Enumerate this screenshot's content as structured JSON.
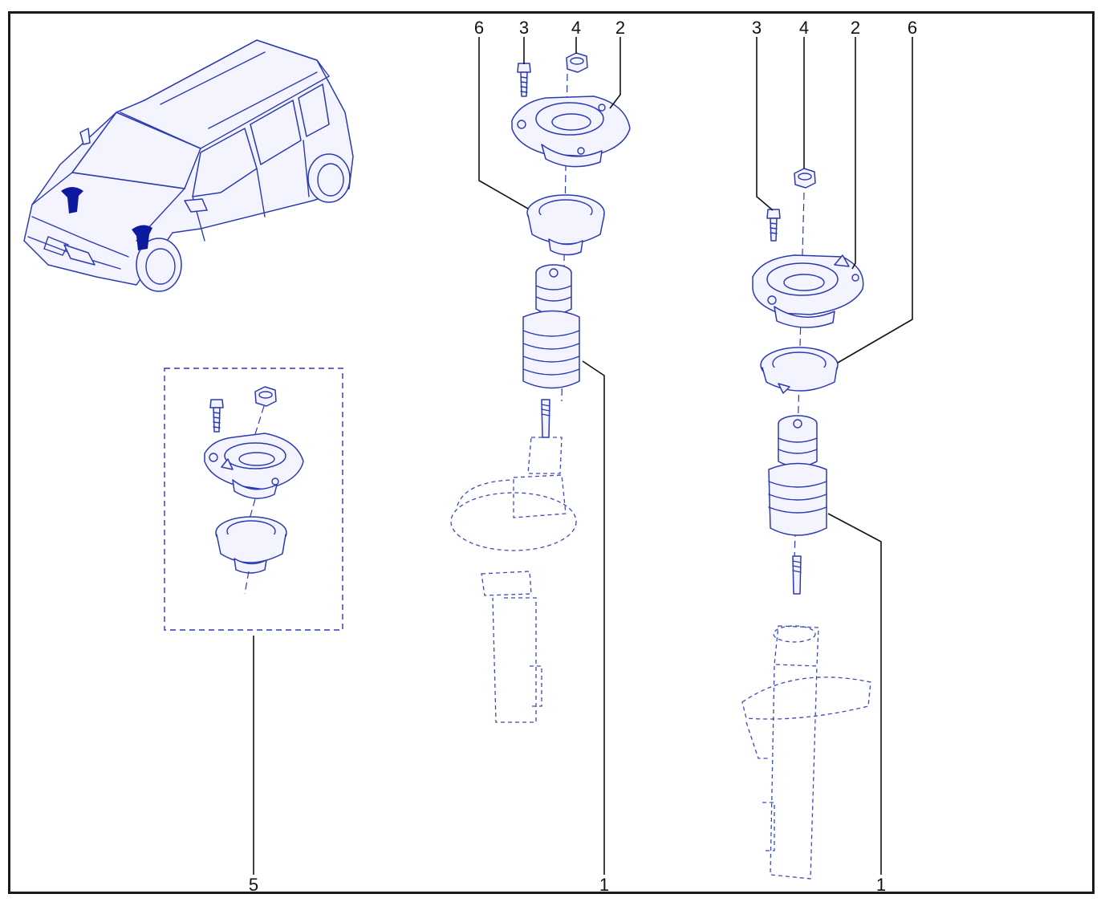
{
  "callouts": {
    "left_assembly": {
      "c6": "6",
      "c3": "3",
      "c4": "4",
      "c2": "2",
      "c1": "1"
    },
    "right_assembly": {
      "c3": "3",
      "c4": "4",
      "c2": "2",
      "c6": "6",
      "c1": "1"
    },
    "kit": {
      "c5": "5"
    }
  },
  "colors": {
    "line": "#2a3ab0",
    "fill": "#f3f4ff",
    "frame": "#1a1a1a",
    "text": "#111111"
  }
}
